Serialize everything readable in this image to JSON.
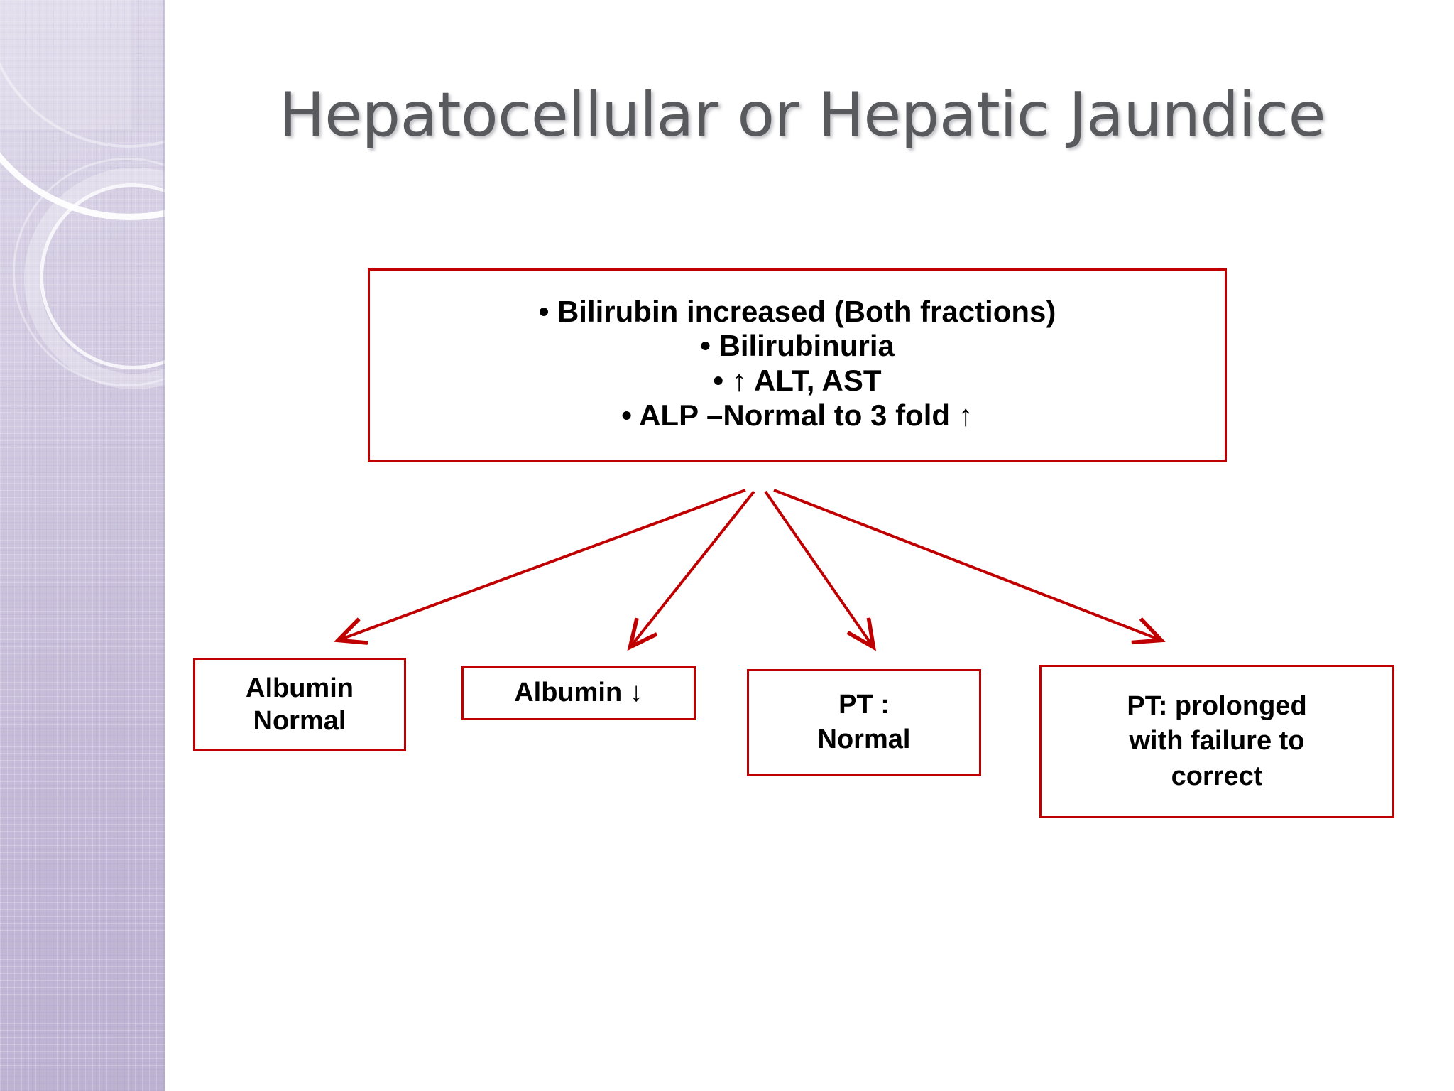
{
  "slide": {
    "title": "Hepatocellular or Hepatic Jaundice",
    "background_color": "#ffffff",
    "accent_color": "#c00000",
    "title_color": "#595a5e",
    "sidebar_color": "#c9c0db"
  },
  "main_box": {
    "lines": [
      "• Bilirubin increased (Both fractions)",
      "• Bilirubinuria",
      "• ↑ ALT, AST",
      "• ALP –Normal to 3 fold ↑"
    ]
  },
  "outcome_boxes": [
    {
      "id": "albumin-normal",
      "lines": [
        "Albumin",
        "Normal"
      ]
    },
    {
      "id": "albumin-low",
      "lines": [
        "Albumin ↓"
      ]
    },
    {
      "id": "pt-normal",
      "lines": [
        "PT :",
        "Normal"
      ]
    },
    {
      "id": "pt-prolonged",
      "lines": [
        "PT: prolonged",
        "with failure to",
        "correct"
      ]
    }
  ],
  "connectors": {
    "count": 4,
    "style": "arrow",
    "color": "#c00000",
    "origin": "bottom-center-of-main-box"
  }
}
